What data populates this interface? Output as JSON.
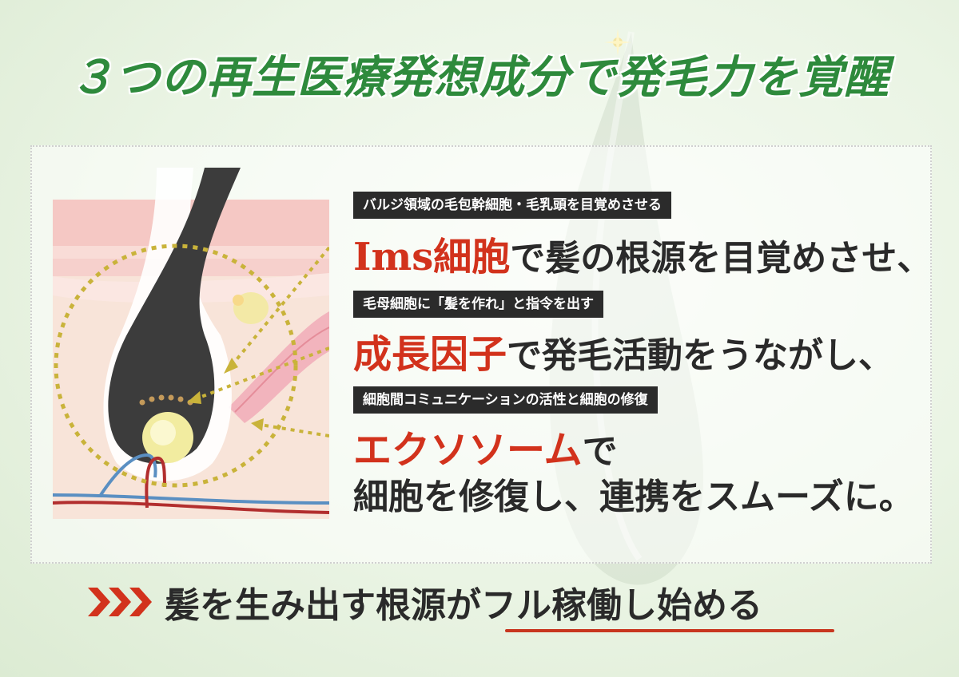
{
  "title": "３つの再生医療発想成分で発毛力を覚醒",
  "items": [
    {
      "tag": "バルジ領域の毛包幹細胞・毛乳頭を目覚めさせる",
      "highlight": "Ims細胞",
      "rest": "で髪の根源を目覚めさせ、"
    },
    {
      "tag": "毛母細胞に「髪を作れ」と指令を出す",
      "highlight": "成長因子",
      "rest": "で発毛活動をうながし、"
    },
    {
      "tag": "細胞間コミュニケーションの活性と細胞の修復",
      "highlight": "エクソソーム",
      "rest": "で",
      "second_line": "細胞を修復し、連携をスムーズに。"
    }
  ],
  "footer": {
    "text_plain": "髪を生み出す根源が",
    "text_emphasis": "フル稼働し始める"
  },
  "colors": {
    "title_green": "#2e8a3c",
    "accent_red": "#d2321c",
    "tag_bg": "#2b2b2b",
    "dotted_gold": "#c9b33a"
  },
  "icons": [
    "triple-chevron-arrow-icon",
    "hair-follicle-diagram",
    "sparkle-icon"
  ]
}
